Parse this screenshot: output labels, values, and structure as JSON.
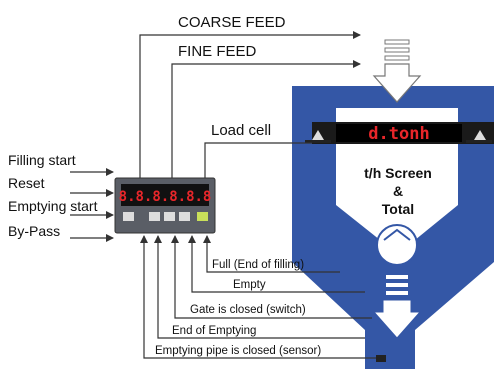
{
  "inputs": {
    "filling_start": "Filling start",
    "reset": "Reset",
    "emptying_start": "Emptying start",
    "by_pass": "By-Pass"
  },
  "outputs": {
    "coarse_feed": "COARSE FEED",
    "fine_feed": "FINE FEED",
    "load_cell": "Load cell"
  },
  "signals": {
    "full": "Full (End of filling)",
    "empty": "Empty",
    "gate_closed": "Gate is closed (switch)",
    "end_emptying": "End of Emptying",
    "pipe_closed": "Emptying pipe is closed (sensor)"
  },
  "hopper": {
    "display_text": "d.tonh",
    "screen_line1": "t/h Screen",
    "screen_line2": "&",
    "screen_line3": "Total"
  },
  "controller": {
    "display_value": "8.8.8.8.8.8"
  },
  "colors": {
    "hopper_blue": "#3457a6",
    "display_red": "#e8262a",
    "display_bg": "#111111",
    "controller_body": "#5a5e66"
  }
}
